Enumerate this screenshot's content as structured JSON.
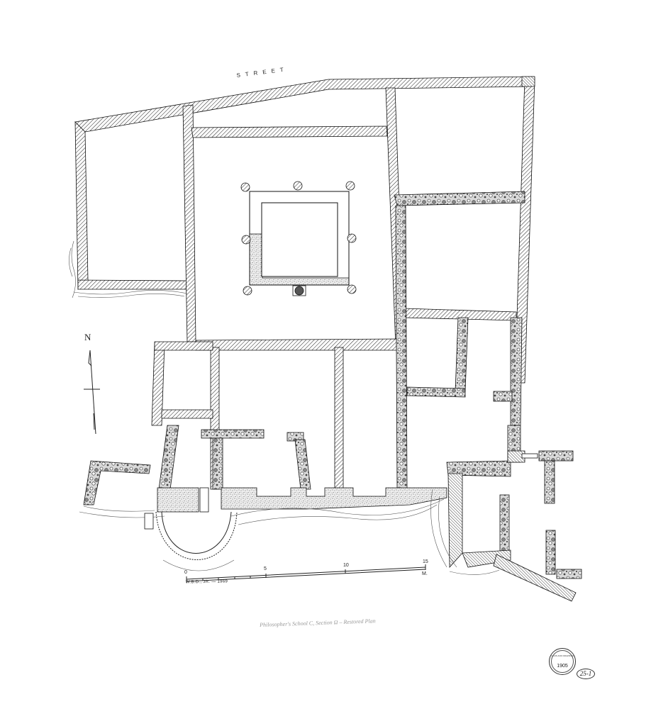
{
  "drawing": {
    "type": "architectural-plan",
    "street_label": "STREET",
    "north_label": "N",
    "scale_bar": {
      "ticks": [
        "0",
        "5",
        "10",
        "15"
      ],
      "unit": "M.",
      "minor_subdivisions": 5
    },
    "credit": "W.B.D., JR. — 1969",
    "caption": "Philosopher's School C, Section Ω – Restored Plan",
    "stamp": {
      "ring_text": "AGORA EXCAVATIONS · ATHENS",
      "inner_text": "PLANS AND DRAWINGS",
      "year": "1905"
    },
    "sheet_number": "25-1"
  },
  "legend_hatching": {
    "restored_wall": "diagonal-hatch",
    "preserved_rubble": "stone-rubble",
    "foundation_fill": "stippled",
    "bedrock": "wavy-lines"
  },
  "colors": {
    "ink": "#1a1a1a",
    "paper": "#ffffff",
    "pencil": "#999999"
  }
}
